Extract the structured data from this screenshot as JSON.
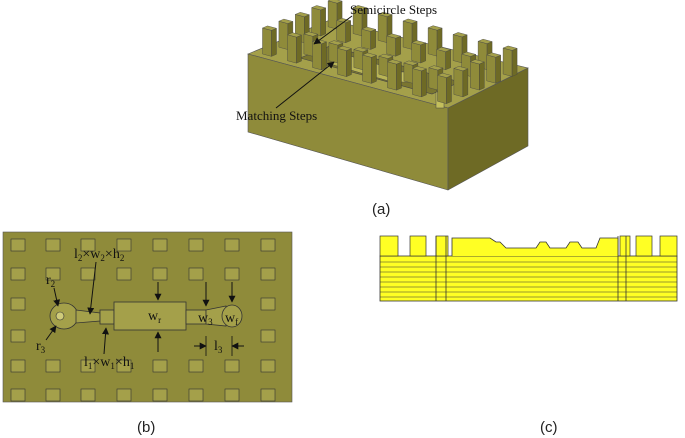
{
  "colors": {
    "metal_face": "#8f8b3a",
    "metal_top": "#a4a04a",
    "metal_side": "#6e6a25",
    "metal_dark": "#56531b",
    "cross_section_fill": "#ffff24",
    "outline": "#333333"
  },
  "panel_a": {
    "caption": "(a)",
    "label_semicircle": "Semicircle Steps",
    "label_matching": "Matching Steps"
  },
  "panel_b": {
    "caption": "(b)",
    "label_l2": "l",
    "label_l2_sub": "2",
    "label_w2": "w",
    "label_w2_sub": "2",
    "label_h2": "h",
    "label_h2_sub": "2",
    "label_l1": "l",
    "label_l1_sub": "1",
    "label_w1": "w",
    "label_w1_sub": "1",
    "label_h1": "h",
    "label_h1_sub": "1",
    "label_times": "×",
    "label_r2": "r",
    "label_r2_sub": "2",
    "label_r3": "r",
    "label_r3_sub": "3",
    "label_wr": "w",
    "label_wr_sub": "r",
    "label_w3": "w",
    "label_w3_sub": "3",
    "label_wf": "w",
    "label_wf_sub": "f",
    "label_l3": "l",
    "label_l3_sub": "3"
  },
  "panel_c": {
    "caption": "(c)"
  },
  "icons": [
    "arrow-icon"
  ]
}
